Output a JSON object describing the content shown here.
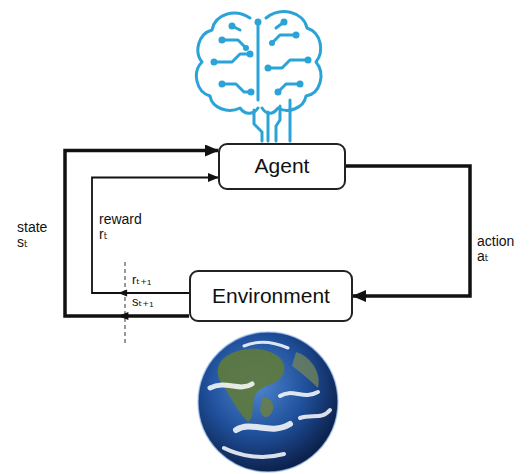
{
  "diagram": {
    "nodes": [
      {
        "text": [
          "Agent"
        ]
      },
      {
        "text": [
          "Environment"
        ]
      }
    ],
    "edges": [
      {
        "from": 0,
        "to": 1,
        "arrow": "to",
        "label": "action aₜ"
      },
      {
        "from": 1,
        "to": 0,
        "arrow": "to",
        "label": "state sₜ"
      },
      {
        "from": 1,
        "to": 0,
        "arrow": "to",
        "label": "reward rₜ"
      }
    ],
    "labels": [
      "rₜ₊₁",
      "sₜ₊₁"
    ]
  }
}
